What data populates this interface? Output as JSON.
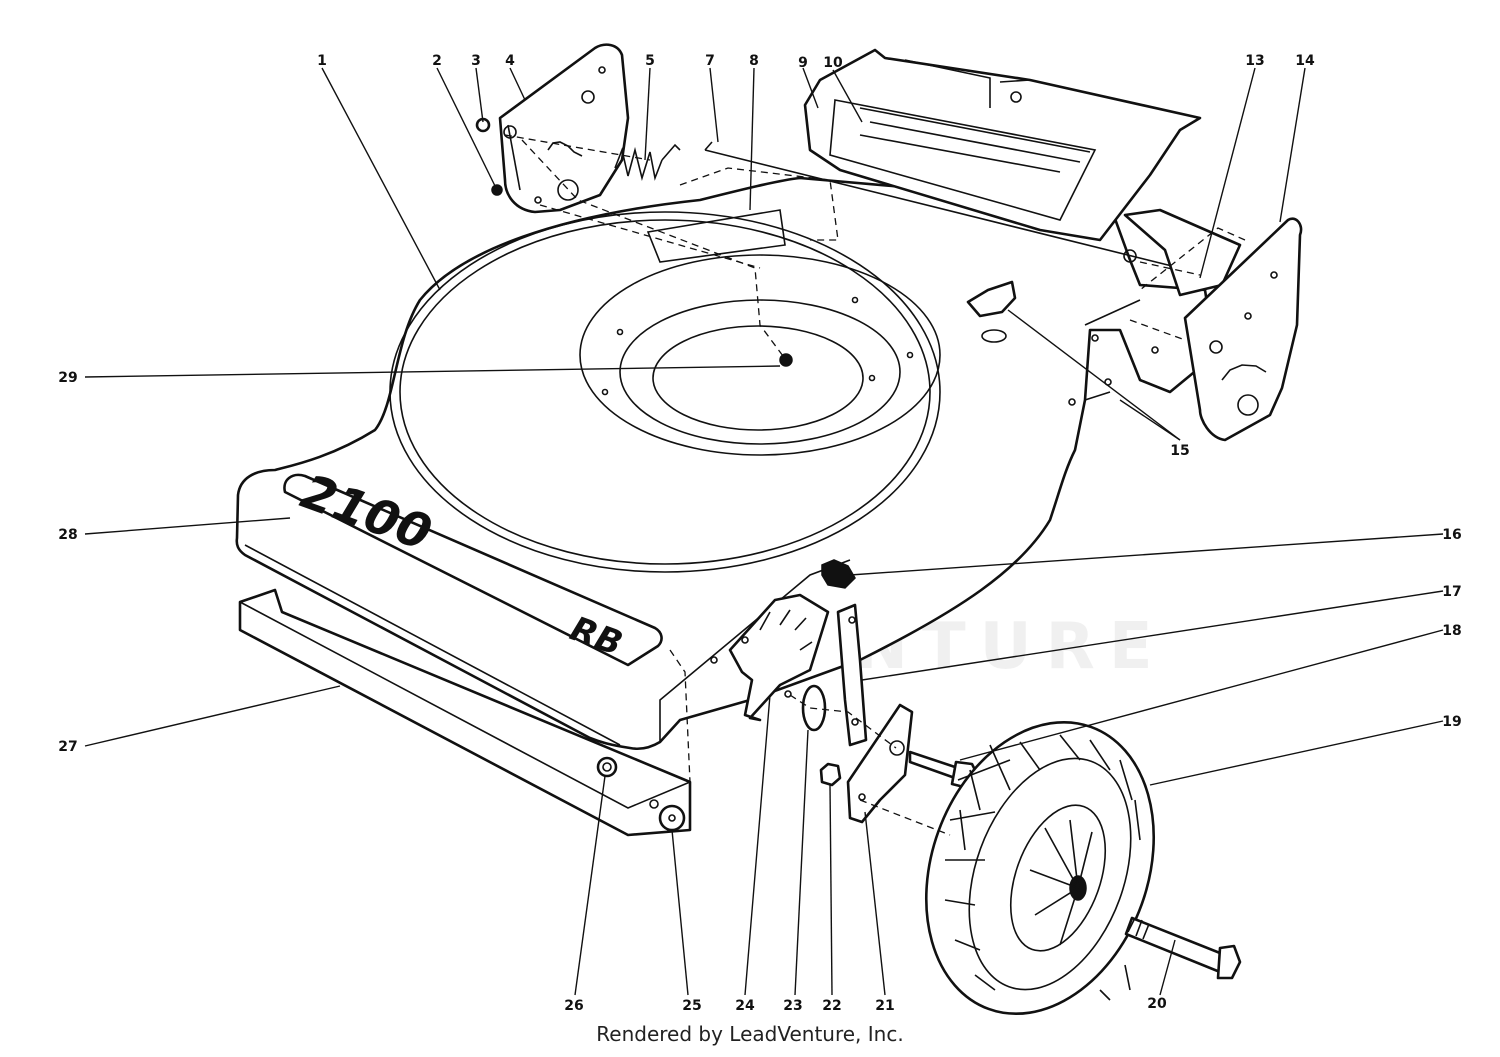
{
  "diagram": {
    "callouts": [
      "1",
      "2",
      "3",
      "4",
      "5",
      "7",
      "8",
      "9",
      "10",
      "13",
      "14",
      "15",
      "16",
      "17",
      "18",
      "19",
      "20",
      "21",
      "22",
      "23",
      "24",
      "25",
      "26",
      "27",
      "28",
      "29"
    ],
    "decal": {
      "model_number": "2100",
      "model_suffix": "RB"
    },
    "watermark": "LEADVENTURE",
    "footer": "Rendered by LeadVenture, Inc."
  },
  "colors": {
    "line": "#111111",
    "background": "#ffffff"
  }
}
